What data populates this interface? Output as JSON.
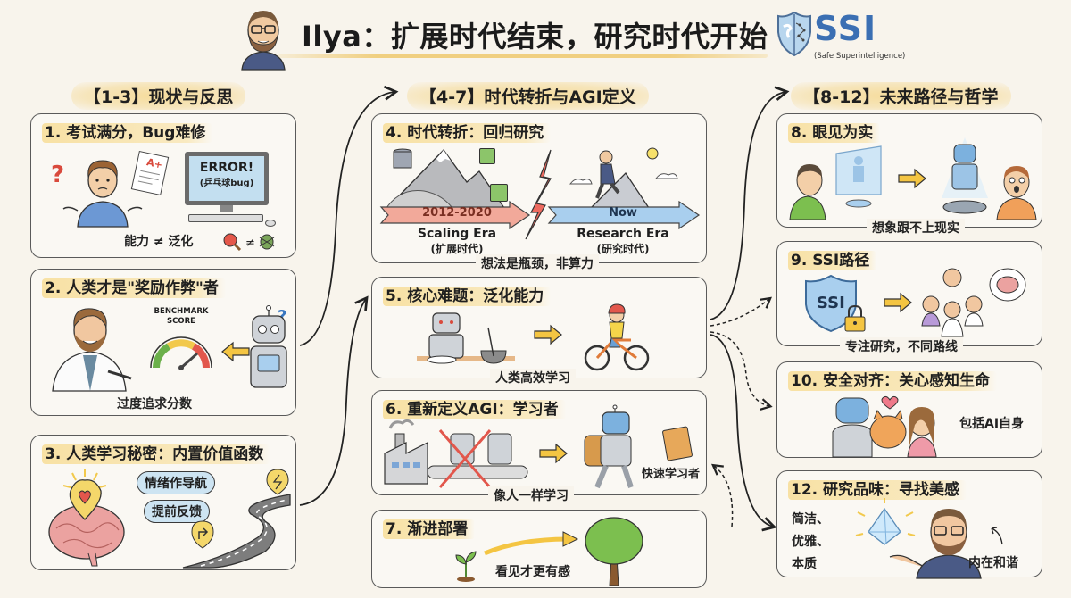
{
  "header": {
    "title": "Ilya：扩展时代结束，研究时代开始",
    "logo": {
      "text": "SSI",
      "subtitle": "(Safe Superintelligence)",
      "color": "#3b6fb3"
    },
    "avatar": "bearded-man-avatar"
  },
  "columns": [
    {
      "header": "【1-3】现状与反思",
      "cards": [
        {
          "title": "1. 考试满分，Bug难修",
          "grade": "A+",
          "screen_text_1": "ERROR!",
          "screen_text_2": "(乒乓球bug)",
          "caption": "能力 ≠ 泛化",
          "icons": [
            "confused-student",
            "exam-paper",
            "computer-error",
            "pingpong-paddle",
            "bug"
          ]
        },
        {
          "title": "2. 人类才是\"奖励作弊\"者",
          "gauge_label_1": "BENCHMARK",
          "gauge_label_2": "SCORE",
          "caption": "过度追求分数",
          "icons": [
            "scientist",
            "benchmark-gauge",
            "arrow-left",
            "confused-robot"
          ]
        },
        {
          "title": "3. 人类学习秘密：内置价值函数",
          "bubble_1": "情绪作导航",
          "bubble_2": "提前反馈",
          "icons": [
            "brain",
            "heart-pin",
            "road",
            "lightning-pin",
            "turn-pin"
          ]
        }
      ]
    },
    {
      "header": "【4-7】时代转折与AGI定义",
      "cards": [
        {
          "title": "4. 时代转折：回归研究",
          "left_arrow_label": "2012-2020",
          "left_era": "Scaling Era",
          "left_era_cn": "(扩展时代)",
          "right_arrow_label": "Now",
          "right_era": "Research Era",
          "right_era_cn": "(研究时代)",
          "caption": "想法是瓶颈，非算力",
          "icons": [
            "database",
            "mountain",
            "chip",
            "lightning-bolt",
            "climber",
            "lightbulb"
          ]
        },
        {
          "title": "5. 核心难题：泛化能力",
          "caption": "人类高效学习",
          "icons": [
            "cooking-robot",
            "arrow-right",
            "child-on-bike"
          ]
        },
        {
          "title": "6. 重新定义AGI：学习者",
          "side_label": "快速学习者",
          "caption": "像人一样学习",
          "icons": [
            "factory",
            "crossed-robots",
            "arrow-right",
            "student-robot",
            "book"
          ]
        },
        {
          "title": "7. 渐进部署",
          "caption": "看见才更有感",
          "icons": [
            "sprout",
            "curved-arrow",
            "tree"
          ]
        }
      ]
    },
    {
      "header": "【8-12】未来路径与哲学",
      "cards": [
        {
          "title": "8. 眼见为实",
          "caption": "想象跟不上现实",
          "icons": [
            "person",
            "screen-figure",
            "arrow-right",
            "hologram-robot",
            "surprised-person"
          ]
        },
        {
          "title": "9. SSI路径",
          "shield_text": "SSI",
          "caption": "专注研究，不同路线",
          "icons": [
            "shield-lock",
            "arrow-right",
            "research-team",
            "brain-bubble"
          ]
        },
        {
          "title": "10. 安全对齐：关心感知生命",
          "side_label": "包括AI自身",
          "icons": [
            "robot",
            "heart",
            "dog",
            "girl"
          ]
        },
        {
          "title": "12. 研究品味：寻找美感",
          "left_text_1": "简洁、",
          "left_text_2": "优雅、",
          "left_text_3": "本质",
          "right_label": "内在和谐",
          "icons": [
            "crystal",
            "bearded-man"
          ]
        }
      ]
    }
  ],
  "colors": {
    "background": "#f8f4ec",
    "highlight": "#f5d78c",
    "card_border": "#5a5a5a",
    "scaling_arrow": "#f2a99a",
    "research_arrow": "#a9cfee",
    "bolt": "#ee6a5f",
    "yellow_arrow": "#f4c542"
  }
}
